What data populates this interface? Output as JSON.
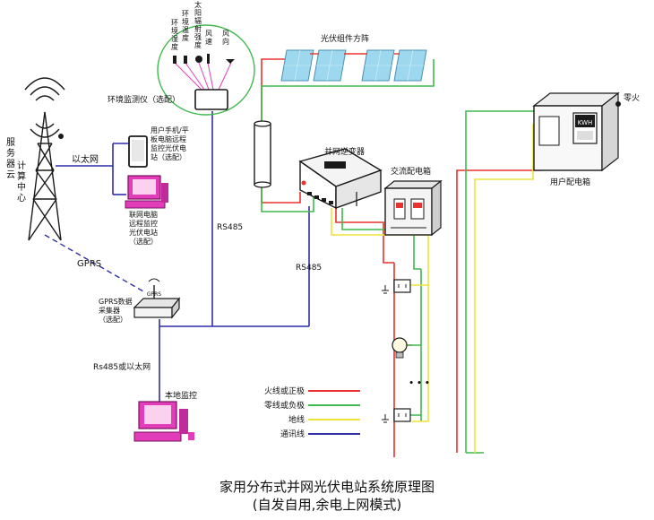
{
  "diagram": {
    "title": "家用分布式并网光伏电站系统原理图",
    "subtitle": "(自发自用,余电上网模式)",
    "server_center": "服务器云计算中心",
    "ethernet": "以太网",
    "gprs": "GPRS",
    "gprs_collector": [
      "GPRS数据",
      "采集器",
      "（选配）"
    ],
    "rs485_or_ethernet": "Rs485或以太网",
    "local_monitor": "本地监控",
    "phone_monitor": [
      "用户手机/平",
      "板电脑远程",
      "监控光伏电",
      "站（选配）"
    ],
    "pc_monitor": [
      "联网电脑",
      "远程监控",
      "光伏电站",
      "（选配）"
    ],
    "env_monitor": "环境监测仪（选配）",
    "sensors": [
      "环境湿度",
      "环境温度",
      "太阳辐射强度",
      "风速",
      "风向"
    ],
    "pv_array": "光伏组件方阵",
    "inverter": "并网逆变器",
    "ac_box": "交流配电箱",
    "user_box": "用户配电箱",
    "neutral_live": "零火",
    "rs485_a": "RS485",
    "rs485_b": "RS485",
    "meter_label": "KWH",
    "gprs_antenna_label": "GPRS",
    "legend": [
      {
        "label": "火线或正极",
        "color": "#e8322f"
      },
      {
        "label": "零线或负极",
        "color": "#3fb94d"
      },
      {
        "label": "地线",
        "color": "#f0e23a"
      },
      {
        "label": "通讯线",
        "color": "#2f2fa8"
      }
    ],
    "ellipsis": "• • •"
  }
}
